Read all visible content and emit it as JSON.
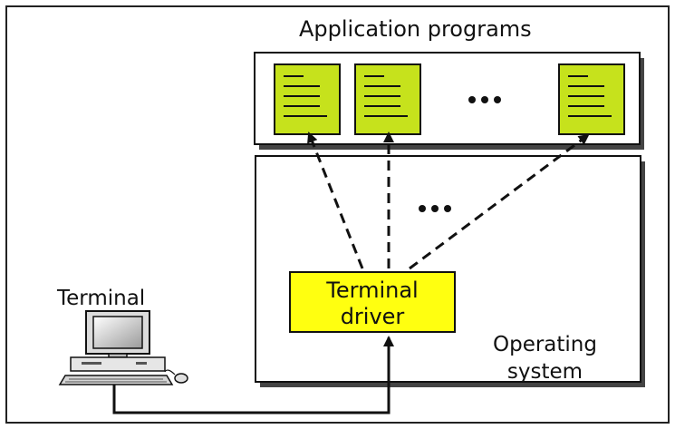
{
  "diagram": {
    "application_title": "Application programs",
    "terminal_label": "Terminal",
    "driver_label_line1": "Terminal",
    "driver_label_line2": "driver",
    "os_label_line1": "Operating",
    "os_label_line2": "system",
    "ellipsis": "…",
    "colors": {
      "program_fill": "#c6e21c",
      "driver_fill": "#ffff10",
      "stroke": "#111111",
      "shadow": "#444444"
    }
  }
}
